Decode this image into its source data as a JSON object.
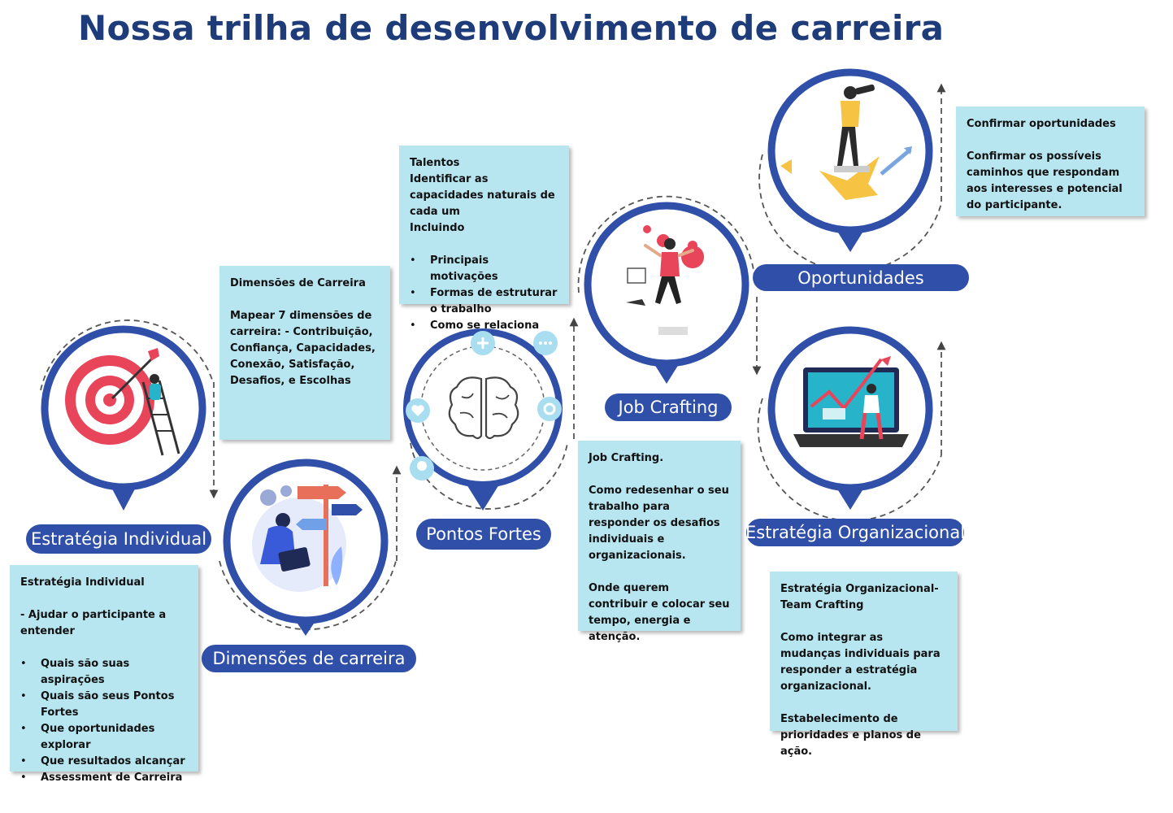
{
  "title": "Nossa trilha de desenvolvimento de carreira",
  "colors": {
    "title": "#1f3c7a",
    "ring": "#2f4fa8",
    "pill": "#2f4fa8",
    "box": "#b7e6f1",
    "arrow": "#444444"
  },
  "stages": [
    {
      "label": "Estratégia  Individual",
      "icon": "target-dart-icon"
    },
    {
      "label": "Dimensões de carreira",
      "icon": "signpost-person-icon"
    },
    {
      "label": "Pontos Fortes",
      "icon": "brain-icon"
    },
    {
      "label": "Job Crafting",
      "icon": "jumping-person-icon"
    },
    {
      "label": "Oportunidades",
      "icon": "telescope-person-icon"
    },
    {
      "label": "Estratégia Organizacional",
      "icon": "laptop-growth-chart-icon"
    }
  ],
  "boxes": {
    "individual": {
      "text": "Estratégia Individual\n\n- Ajudar o participante a entender",
      "bullets": [
        "Quais são suas aspirações",
        "Quais são seus Pontos Fortes",
        "Que oportunidades explorar",
        "Que resultados alcançar",
        "Assessment de Carreira"
      ]
    },
    "dimensoes": {
      "text": "Dimensões de Carreira\n\nMapear 7 dimensões de carreira: - Contribuição, Confiança, Capacidades, Conexão, Satisfação, Desafios, e  Escolhas"
    },
    "talentos": {
      "text": "Talentos\nIdentificar as capacidades naturais de cada um\nIncluindo",
      "bullets": [
        "Principais motivações",
        "Formas  de  estruturar o trabalho",
        "Como se relaciona"
      ]
    },
    "jobcrafting": {
      "text": "Job Crafting.\n\nComo redesenhar o seu trabalho para responder os desafios individuais e organizacionais.\n\nOnde querem contribuir e colocar seu tempo, energia e atenção."
    },
    "oportunidades": {
      "text": "Confirmar oportunidades\n\nConfirmar os possíveis caminhos que respondam aos interesses e potencial do participante."
    },
    "organizacional": {
      "text": "Estratégia Organizacional- Team Crafting\n\nComo integrar as mudanças individuais para responder a estratégia organizacional.\n\nEstabelecimento de prioridades e planos de ação."
    }
  }
}
